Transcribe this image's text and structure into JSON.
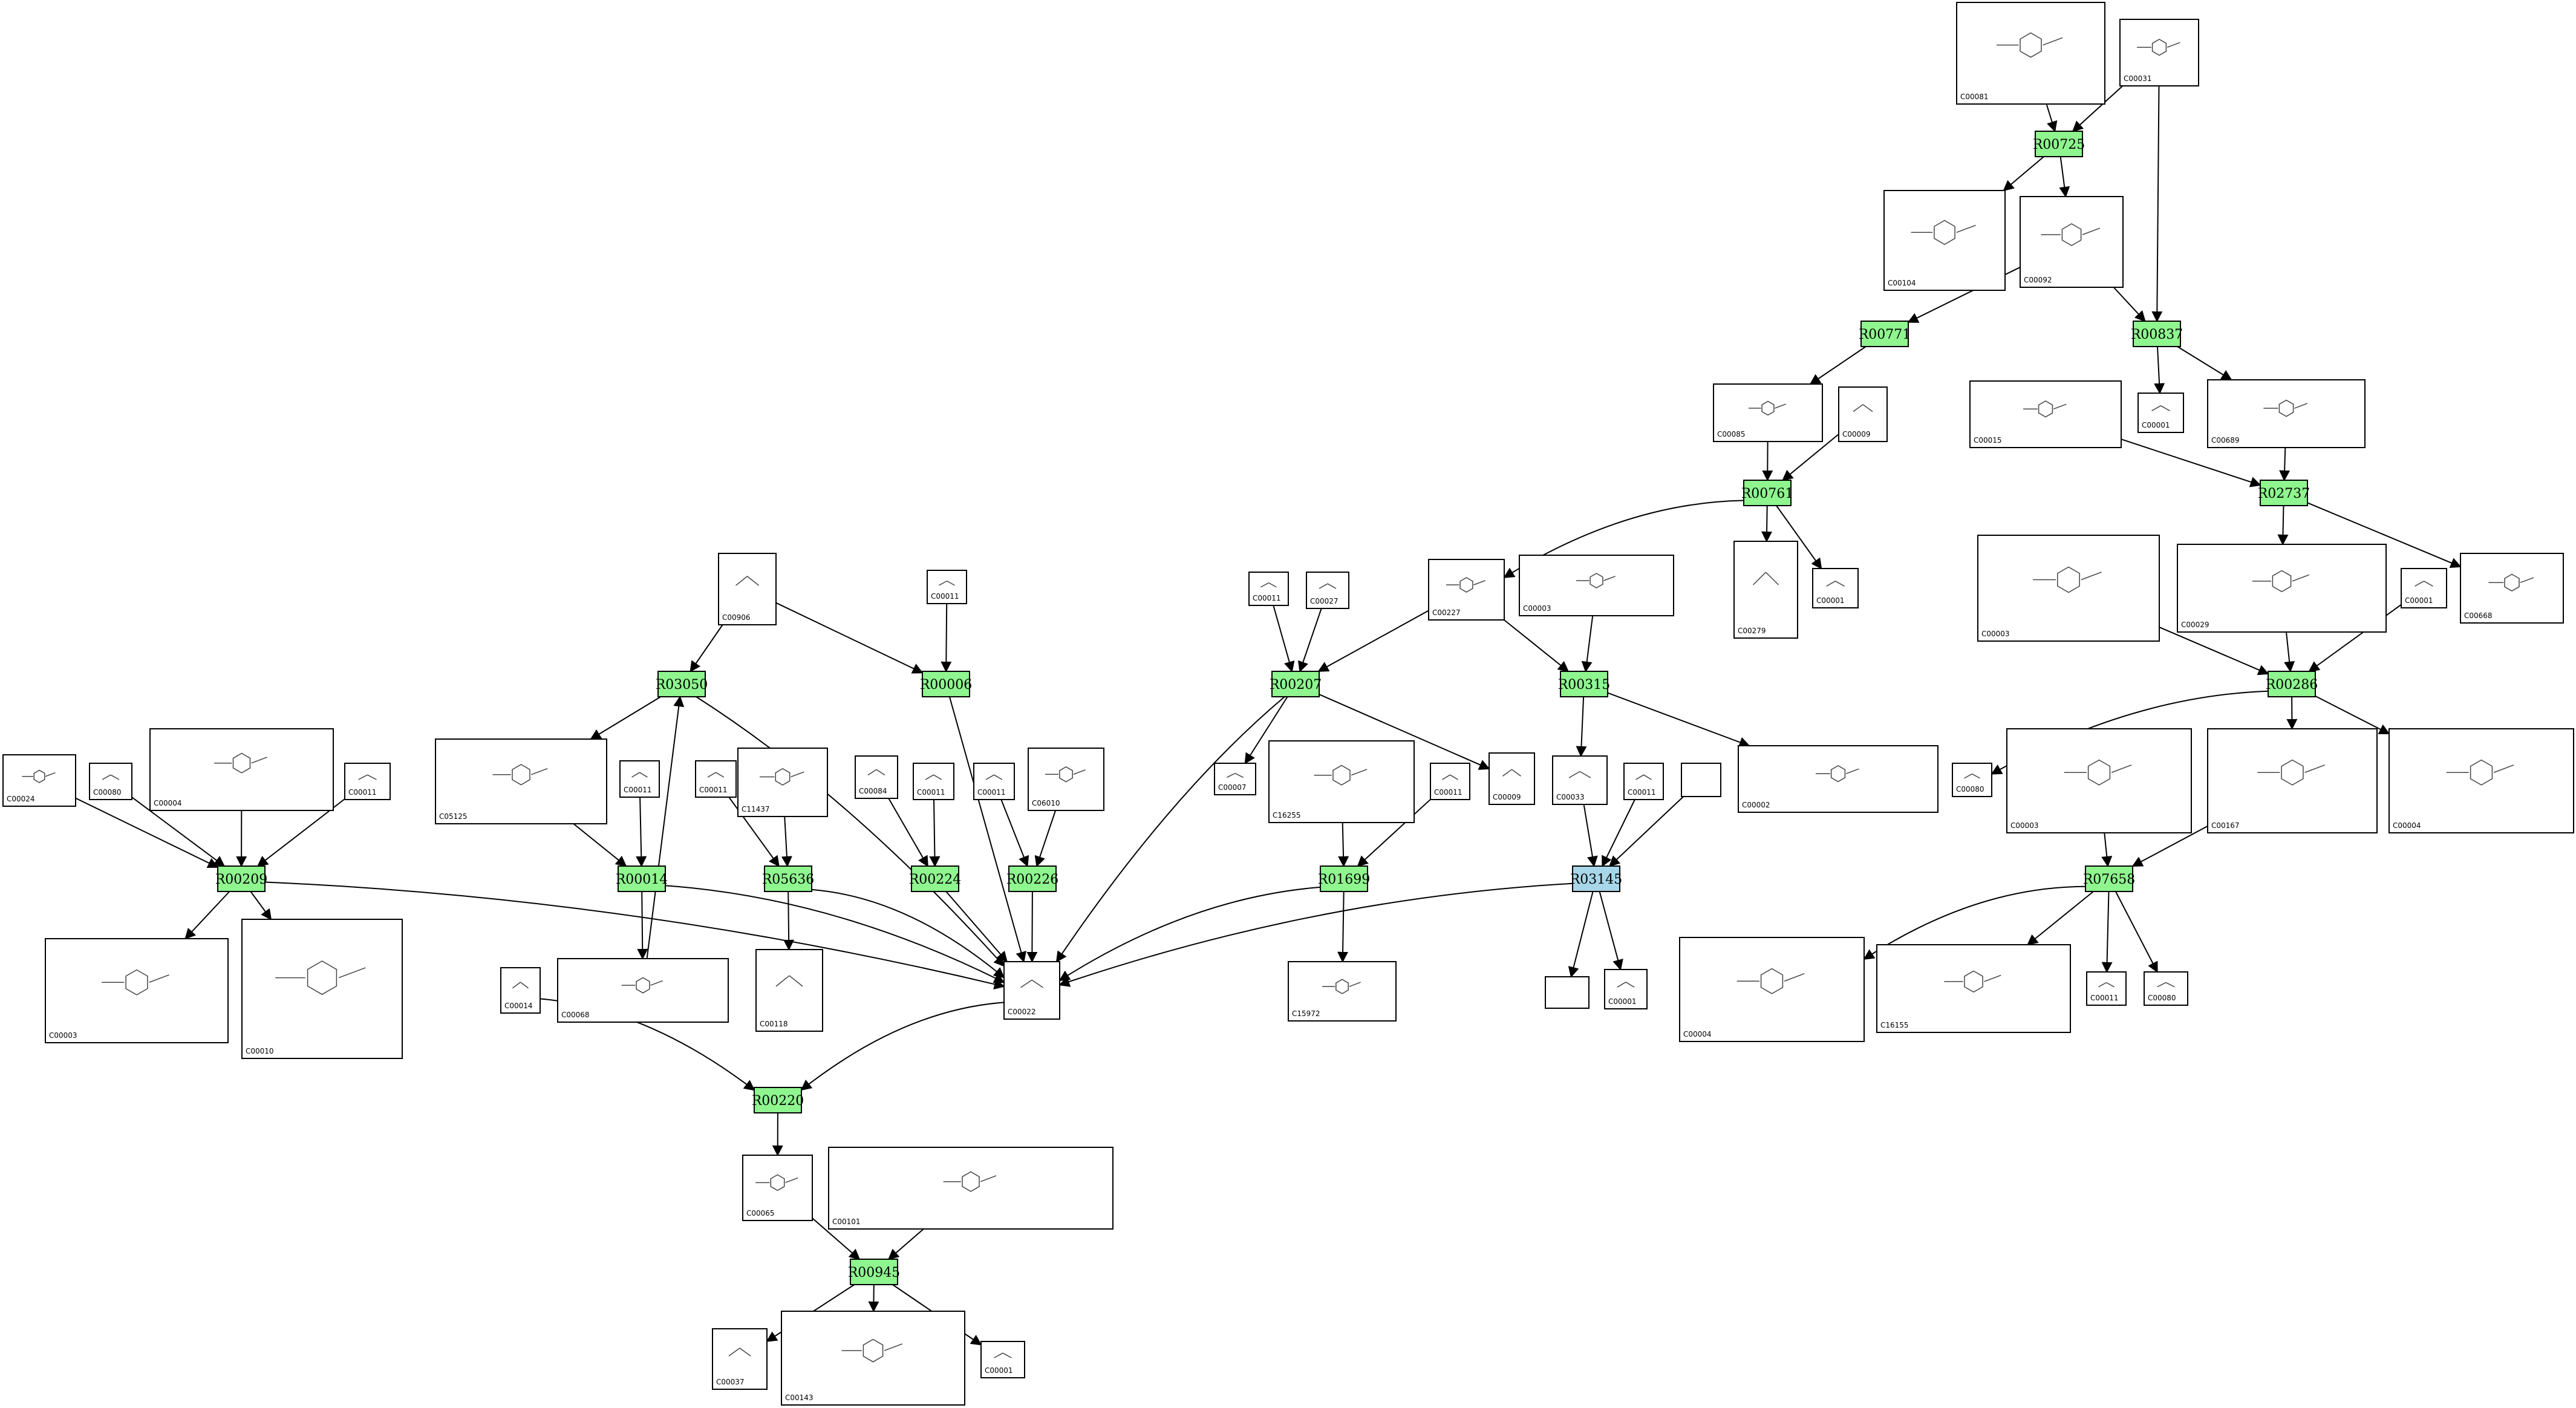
{
  "colors": {
    "reaction": "#8ff58f",
    "reaction_highlight": "#a7d6e9"
  },
  "compounds": [
    {
      "id": "n1",
      "label": "C00081"
    },
    {
      "id": "n2",
      "label": "C00031"
    },
    {
      "id": "n3",
      "label": "C00104"
    },
    {
      "id": "n4",
      "label": "C00092"
    },
    {
      "id": "n5",
      "label": "C00085"
    },
    {
      "id": "n6",
      "label": "C00009"
    },
    {
      "id": "n7",
      "label": "C00015"
    },
    {
      "id": "n8",
      "label": "C00001"
    },
    {
      "id": "n9",
      "label": "C00689"
    },
    {
      "id": "n10",
      "label": "C00279"
    },
    {
      "id": "n11",
      "label": "C00001"
    },
    {
      "id": "n12",
      "label": "C00029"
    },
    {
      "id": "n13",
      "label": "C00003"
    },
    {
      "id": "n14",
      "label": "C00001"
    },
    {
      "id": "n15",
      "label": "C00668"
    },
    {
      "id": "n16",
      "label": "C00906"
    },
    {
      "id": "n17",
      "label": "C00011"
    },
    {
      "id": "n18",
      "label": "C00011"
    },
    {
      "id": "n19",
      "label": "C00027"
    },
    {
      "id": "n20",
      "label": "C00227"
    },
    {
      "id": "n21",
      "label": "C00003"
    },
    {
      "id": "n22",
      "label": "C00024"
    },
    {
      "id": "n23",
      "label": "C00080"
    },
    {
      "id": "n24",
      "label": "C00004"
    },
    {
      "id": "n25",
      "label": "C00011"
    },
    {
      "id": "n26",
      "label": "C05125"
    },
    {
      "id": "n27",
      "label": "C00011"
    },
    {
      "id": "n28",
      "label": "C00011"
    },
    {
      "id": "n29",
      "label": "C11437"
    },
    {
      "id": "n30",
      "label": "C00084"
    },
    {
      "id": "n31",
      "label": "C00011"
    },
    {
      "id": "n32",
      "label": "C00011"
    },
    {
      "id": "n33",
      "label": "C06010"
    },
    {
      "id": "n34",
      "label": "C00007"
    },
    {
      "id": "n35",
      "label": "C16255"
    },
    {
      "id": "n36",
      "label": "C00011"
    },
    {
      "id": "n37",
      "label": "C00009"
    },
    {
      "id": "n38",
      "label": "C00033"
    },
    {
      "id": "n39",
      "label": "C00011"
    },
    {
      "id": "n40",
      "label": ""
    },
    {
      "id": "n41",
      "label": "C00002"
    },
    {
      "id": "n42",
      "label": "C00080"
    },
    {
      "id": "n43",
      "label": "C00003"
    },
    {
      "id": "n44",
      "label": "C00167"
    },
    {
      "id": "n45",
      "label": "C00004"
    },
    {
      "id": "n46",
      "label": "C00003"
    },
    {
      "id": "n47",
      "label": "C00010"
    },
    {
      "id": "n48",
      "label": "C00014"
    },
    {
      "id": "n49",
      "label": "C00068"
    },
    {
      "id": "n50",
      "label": "C00118"
    },
    {
      "id": "n51",
      "label": "C00022"
    },
    {
      "id": "n52",
      "label": "C15972"
    },
    {
      "id": "n53",
      "label": ""
    },
    {
      "id": "n54",
      "label": "C00001"
    },
    {
      "id": "n55",
      "label": "C00004"
    },
    {
      "id": "n56",
      "label": "C16155"
    },
    {
      "id": "n57",
      "label": "C00011"
    },
    {
      "id": "n58",
      "label": "C00080"
    },
    {
      "id": "n59",
      "label": "C00065"
    },
    {
      "id": "n60",
      "label": "C00101"
    },
    {
      "id": "n61",
      "label": "C00037"
    },
    {
      "id": "n62",
      "label": "C00143"
    },
    {
      "id": "n63",
      "label": "C00001"
    }
  ],
  "reactions": [
    {
      "id": "r1",
      "label": "R00725"
    },
    {
      "id": "r2",
      "label": "R00771"
    },
    {
      "id": "r3",
      "label": "R00837"
    },
    {
      "id": "r4",
      "label": "R00761"
    },
    {
      "id": "r5",
      "label": "R02737"
    },
    {
      "id": "r6",
      "label": "R03050"
    },
    {
      "id": "r7",
      "label": "R00006"
    },
    {
      "id": "r8",
      "label": "R00207"
    },
    {
      "id": "r9",
      "label": "R00315"
    },
    {
      "id": "r10",
      "label": "R00286"
    },
    {
      "id": "r11",
      "label": "R00209"
    },
    {
      "id": "r12",
      "label": "R00014"
    },
    {
      "id": "r13",
      "label": "R05636"
    },
    {
      "id": "r14",
      "label": "R00224"
    },
    {
      "id": "r15",
      "label": "R00226"
    },
    {
      "id": "r16",
      "label": "R01699"
    },
    {
      "id": "r17",
      "label": "R03145",
      "highlight": true
    },
    {
      "id": "r18",
      "label": "R07658"
    },
    {
      "id": "r19",
      "label": "R00220"
    },
    {
      "id": "r20",
      "label": "R00945"
    }
  ],
  "edges": [
    [
      "n1",
      "r1"
    ],
    [
      "n2",
      "r1"
    ],
    [
      "r1",
      "n3"
    ],
    [
      "r1",
      "n4"
    ],
    [
      "n2",
      "r3"
    ],
    [
      "n4",
      "r3"
    ],
    [
      "n4",
      "r2"
    ],
    [
      "r2",
      "n5"
    ],
    [
      "r3",
      "n8"
    ],
    [
      "r3",
      "n9"
    ],
    [
      "n5",
      "r4"
    ],
    [
      "n6",
      "r4"
    ],
    [
      "r4",
      "n20"
    ],
    [
      "r4",
      "n10"
    ],
    [
      "r4",
      "n11"
    ],
    [
      "n7",
      "r5"
    ],
    [
      "n9",
      "r5"
    ],
    [
      "r5",
      "n12"
    ],
    [
      "r5",
      "n15"
    ],
    [
      "n12",
      "r10"
    ],
    [
      "n13",
      "r10"
    ],
    [
      "n14",
      "r10"
    ],
    [
      "r10",
      "n42"
    ],
    [
      "r10",
      "n44"
    ],
    [
      "r10",
      "n45"
    ],
    [
      "n43",
      "r18"
    ],
    [
      "n44",
      "r18"
    ],
    [
      "r18",
      "n55"
    ],
    [
      "r18",
      "n56"
    ],
    [
      "r18",
      "n57"
    ],
    [
      "r18",
      "n58"
    ],
    [
      "n16",
      "r6"
    ],
    [
      "n16",
      "r7"
    ],
    [
      "n17",
      "r7"
    ],
    [
      "r6",
      "n26"
    ],
    [
      "r6",
      "n51"
    ],
    [
      "r7",
      "n51"
    ],
    [
      "n18",
      "r8"
    ],
    [
      "n19",
      "r8"
    ],
    [
      "n20",
      "r8"
    ],
    [
      "r8",
      "n34"
    ],
    [
      "r8",
      "n37"
    ],
    [
      "r8",
      "n51"
    ],
    [
      "n20",
      "r9"
    ],
    [
      "n21",
      "r9"
    ],
    [
      "r9",
      "n38"
    ],
    [
      "r9",
      "n41"
    ],
    [
      "n22",
      "r11"
    ],
    [
      "n23",
      "r11"
    ],
    [
      "n24",
      "r11"
    ],
    [
      "n25",
      "r11"
    ],
    [
      "r11",
      "n46"
    ],
    [
      "r11",
      "n47"
    ],
    [
      "r11",
      "n51"
    ],
    [
      "n26",
      "r12"
    ],
    [
      "n27",
      "r12"
    ],
    [
      "r12",
      "n49"
    ],
    [
      "r12",
      "n51"
    ],
    [
      "n49",
      "r6"
    ],
    [
      "n28",
      "r13"
    ],
    [
      "n29",
      "r13"
    ],
    [
      "r13",
      "n50"
    ],
    [
      "r13",
      "n51"
    ],
    [
      "n30",
      "r14"
    ],
    [
      "n31",
      "r14"
    ],
    [
      "r14",
      "n51"
    ],
    [
      "n32",
      "r15"
    ],
    [
      "n33",
      "r15"
    ],
    [
      "r15",
      "n51"
    ],
    [
      "n35",
      "r16"
    ],
    [
      "n36",
      "r16"
    ],
    [
      "r16",
      "n52"
    ],
    [
      "r16",
      "n51"
    ],
    [
      "n38",
      "r17"
    ],
    [
      "n39",
      "r17"
    ],
    [
      "n40",
      "r17"
    ],
    [
      "r17",
      "n53"
    ],
    [
      "r17",
      "n54"
    ],
    [
      "r17",
      "n51"
    ],
    [
      "n48",
      "r19"
    ],
    [
      "n51",
      "r19"
    ],
    [
      "r19",
      "n59"
    ],
    [
      "n59",
      "r20"
    ],
    [
      "n60",
      "r20"
    ],
    [
      "r20",
      "n61"
    ],
    [
      "r20",
      "n62"
    ],
    [
      "r20",
      "n63"
    ]
  ]
}
